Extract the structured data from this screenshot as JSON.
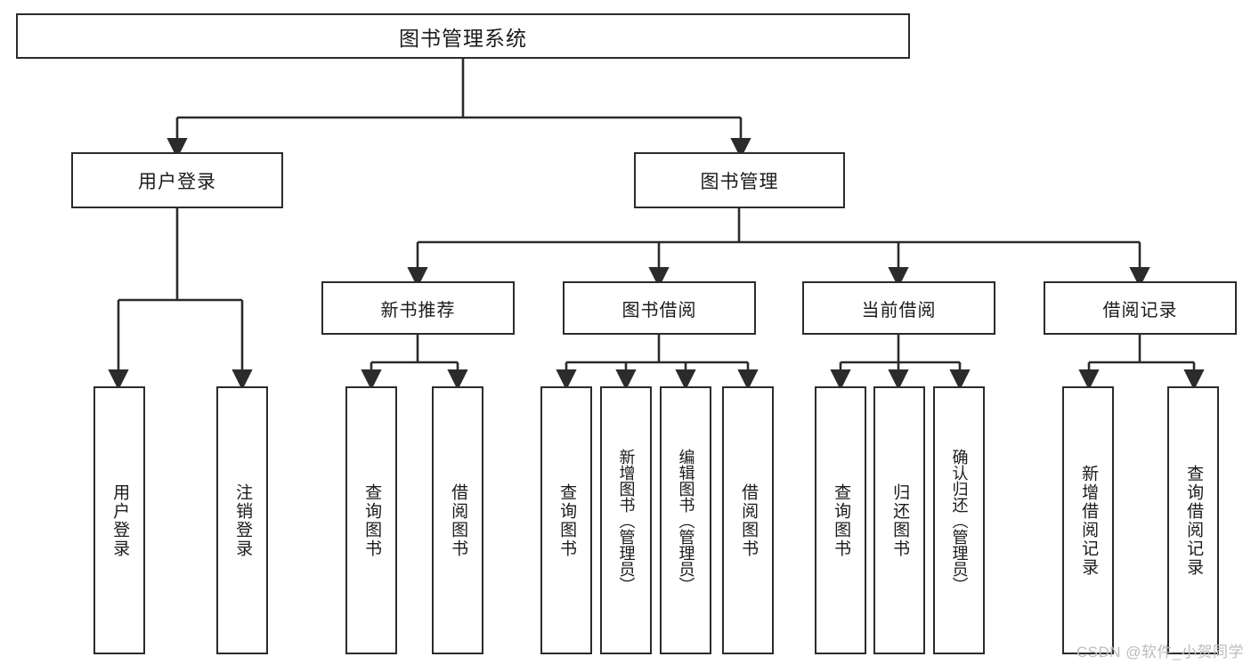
{
  "diagram": {
    "title": "图书管理系统",
    "watermark": "CSDN @软件_小贺同学",
    "colors": {
      "stroke": "#2b2b2b",
      "fill": "#ffffff",
      "text": "#1b1b1b",
      "watermark": "#bcbcbc"
    },
    "root": {
      "label": "图书管理系统"
    },
    "level1": [
      {
        "label": "用户登录"
      },
      {
        "label": "图书管理"
      }
    ],
    "level2": [
      {
        "label": "新书推荐"
      },
      {
        "label": "图书借阅"
      },
      {
        "label": "当前借阅"
      },
      {
        "label": "借阅记录"
      }
    ],
    "leaves": {
      "user_login": [
        {
          "label": "用户登录"
        },
        {
          "label": "注销登录"
        }
      ],
      "new_book_recommend": [
        {
          "label": "查询图书"
        },
        {
          "label": "借阅图书"
        }
      ],
      "book_borrow": [
        {
          "label": "查询图书"
        },
        {
          "label": "新增图书（管理员）"
        },
        {
          "label": "编辑图书（管理员）"
        },
        {
          "label": "借阅图书"
        }
      ],
      "current_borrow": [
        {
          "label": "查询图书"
        },
        {
          "label": "归还图书"
        },
        {
          "label": "确认归还（管理员）"
        }
      ],
      "borrow_record": [
        {
          "label": "新增借阅记录"
        },
        {
          "label": "查询借阅记录"
        }
      ]
    }
  }
}
